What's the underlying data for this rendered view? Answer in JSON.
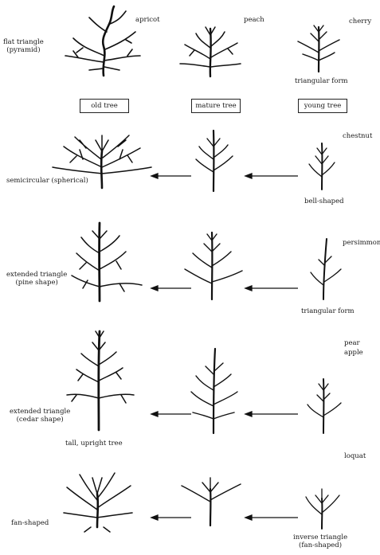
{
  "row1": {
    "left_label": "flat triangle\n(pyramid)",
    "apricot": "apricot",
    "peach": "peach",
    "cherry": "cherry",
    "cherry_form": "triangular form"
  },
  "stage_headers": {
    "old": "old tree",
    "mature": "mature tree",
    "young": "young tree"
  },
  "row2": {
    "species": "chestnut",
    "old_label": "semicircular (spherical)",
    "young_label": "bell-shaped"
  },
  "row3": {
    "species": "persimmon",
    "old_label": "extended triangle\n(pine shape)",
    "young_label": "triangular form"
  },
  "row4": {
    "species_1": "pear",
    "species_2": "apple",
    "old_label": "extended triangle\n(cedar shape)",
    "old_sub": "tall, upright tree"
  },
  "row5": {
    "species": "loquat",
    "old_label": "fan-shaped",
    "young_label": "inverse triangle\n(fan-shaped)"
  }
}
